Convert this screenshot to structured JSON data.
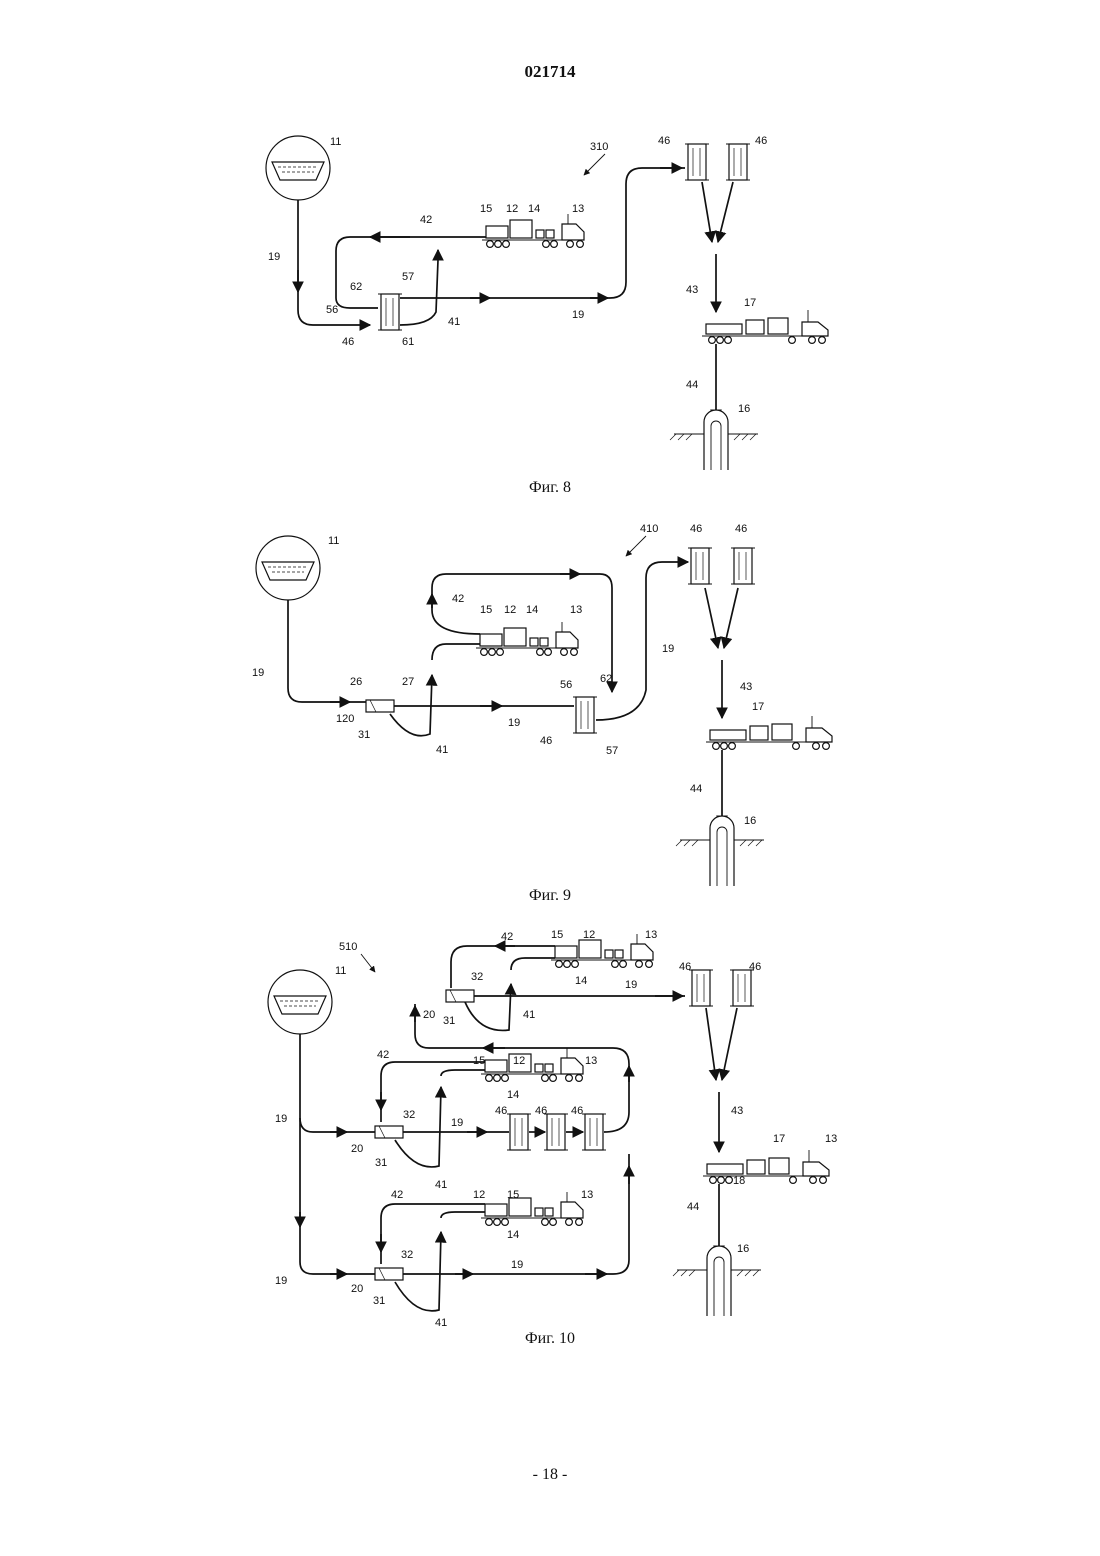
{
  "document": {
    "number": "021714",
    "page": "- 18 -"
  },
  "figures": [
    {
      "caption": "Фиг. 8",
      "labels": {
        "system": "310",
        "pit": "11",
        "line_19a": "19",
        "line_19b": "19",
        "line_41": "41",
        "line_42": "42",
        "line_43": "43",
        "line_44": "44",
        "tank_a": "46",
        "tank_b": "46",
        "tank_c": "46",
        "port_56": "56",
        "port_57": "57",
        "port_61": "61",
        "port_62": "62",
        "truck_15": "15",
        "truck_12": "12",
        "truck_14": "14",
        "truck_13": "13",
        "blender": "17",
        "well": "16"
      }
    },
    {
      "caption": "Фиг. 9",
      "labels": {
        "system": "410",
        "pit": "11",
        "line_19a": "19",
        "line_19b": "19",
        "line_19c": "19",
        "line_41": "41",
        "line_42": "42",
        "line_43": "43",
        "line_44": "44",
        "tank_a": "46",
        "tank_b": "46",
        "tank_c": "46",
        "port_26": "26",
        "port_27": "27",
        "port_120": "120",
        "port_31": "31",
        "port_56": "56",
        "port_57": "57",
        "port_62": "62",
        "truck_15": "15",
        "truck_12": "12",
        "truck_14": "14",
        "truck_13": "13",
        "blender": "17",
        "well": "16"
      }
    },
    {
      "caption": "Фиг. 10",
      "labels": {
        "system": "510",
        "pit": "11",
        "line_19a": "19",
        "line_19b": "19",
        "line_19c": "19",
        "line_19d": "19",
        "line_19e": "19",
        "line_41a": "41",
        "line_41b": "41",
        "line_41c": "41",
        "line_42a": "42",
        "line_42b": "42",
        "line_42c": "42",
        "line_43": "43",
        "line_44": "44",
        "sep_20a": "20",
        "sep_20b": "20",
        "sep_20c": "20",
        "sep_31a": "31",
        "sep_31b": "31",
        "sep_31c": "31",
        "sep_32a": "32",
        "sep_32b": "32",
        "sep_32c": "32",
        "tank_a": "46",
        "tank_b": "46",
        "tank_c": "46",
        "tank_d": "46",
        "tank_e": "46",
        "t1_15": "15",
        "t1_12": "12",
        "t1_14": "14",
        "t1_13": "13",
        "t2_15": "15",
        "t2_12": "12",
        "t2_14": "14",
        "t2_13": "13",
        "t3_12": "12",
        "t3_15": "15",
        "t3_14": "14",
        "t3_13": "13",
        "blender": "17",
        "blender_trailer": "18",
        "blender_truck": "13",
        "well": "16"
      }
    }
  ]
}
